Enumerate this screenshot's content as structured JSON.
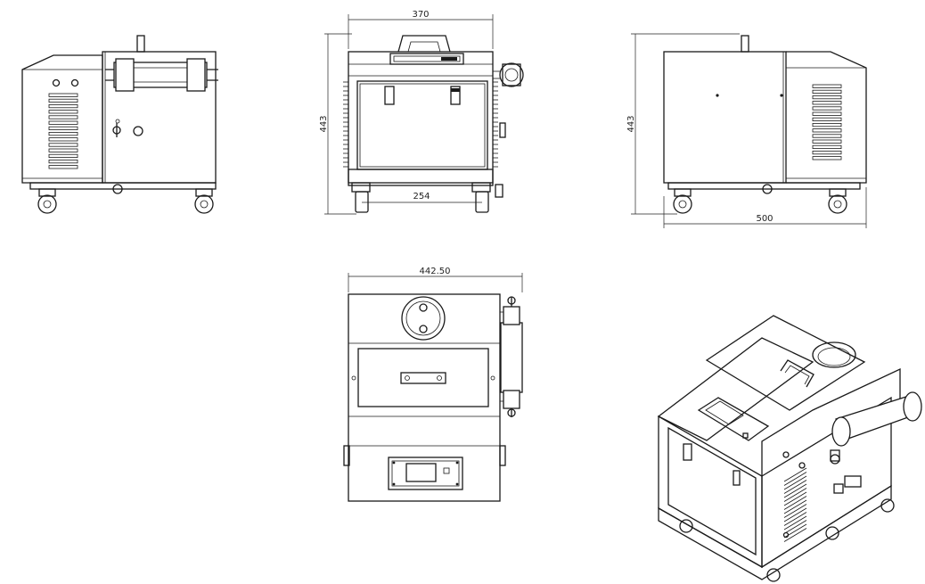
{
  "dimensions": {
    "front_width": "370",
    "front_height": "443",
    "wheel_track": "254",
    "side_height": "443",
    "side_depth": "500",
    "top_width": "442.50"
  },
  "colors": {
    "line": "#1a1a1a",
    "background": "#ffffff"
  }
}
